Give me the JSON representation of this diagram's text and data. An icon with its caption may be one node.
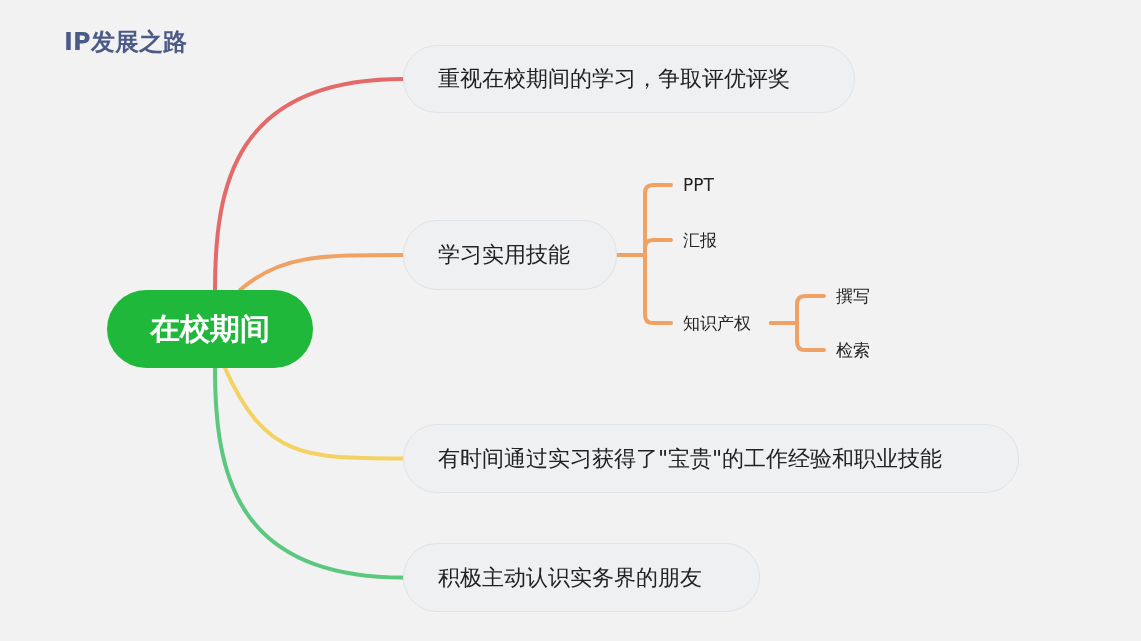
{
  "diagram": {
    "title": "IP发展之路",
    "nodes": [
      {
        "text": [
          "在校期间"
        ]
      },
      {
        "text": [
          "重视在校期间的学习，争取评优评奖"
        ]
      },
      {
        "text": [
          "学习实用技能"
        ]
      },
      {
        "text": [
          "PPT"
        ]
      },
      {
        "text": [
          "汇报"
        ]
      },
      {
        "text": [
          "知识产权"
        ]
      },
      {
        "text": [
          "撰写"
        ]
      },
      {
        "text": [
          "检索"
        ]
      },
      {
        "text": [
          "有时间通过实习获得了\"宝贵\"的工作经验和职业技能"
        ]
      },
      {
        "text": [
          "积极主动认识实务界的朋友"
        ]
      }
    ],
    "edges": [
      {
        "from": 0,
        "to": 1,
        "arrow": "none",
        "color": "#e46a6a"
      },
      {
        "from": 0,
        "to": 2,
        "arrow": "none"
      },
      {
        "from": 0,
        "to": 8,
        "arrow": "none",
        "color": "#f3d262"
      },
      {
        "from": 0,
        "to": 9,
        "arrow": "none",
        "color": "#5cc77f"
      },
      {
        "from": 2,
        "to": 3,
        "arrow": "none"
      },
      {
        "from": 2,
        "to": 4,
        "arrow": "none"
      },
      {
        "from": 2,
        "to": 5,
        "arrow": "none"
      },
      {
        "from": 5,
        "to": 6,
        "arrow": "none"
      },
      {
        "from": 5,
        "to": 7,
        "arrow": "none"
      }
    ]
  }
}
